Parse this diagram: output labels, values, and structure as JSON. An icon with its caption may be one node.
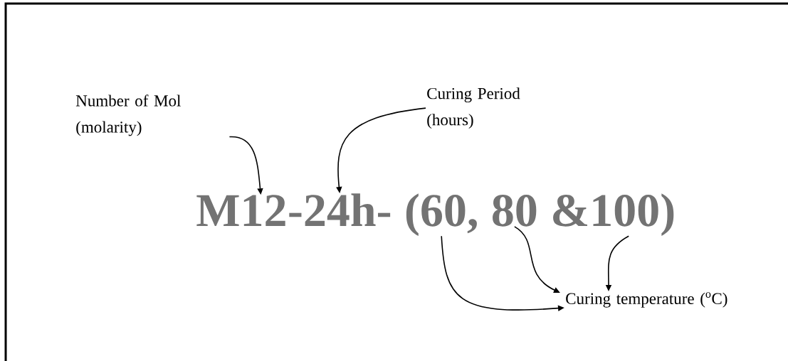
{
  "diagram": {
    "nodes": [
      {
        "text": [
          "Number of Mol (molarity)"
        ]
      },
      {
        "text": [
          "Curing Period (hours)"
        ]
      },
      {
        "text": [
          "Curing temperature ($^{o}$C)"
        ]
      },
      {
        "text": [
          "M12"
        ]
      },
      {
        "text": [
          "-24h-"
        ]
      },
      {
        "text": [
          "(60,"
        ]
      },
      {
        "text": [
          "80"
        ]
      },
      {
        "text": [
          "&100)"
        ]
      }
    ],
    "edges": [
      {
        "from": 0,
        "to": 3,
        "arrow": "to"
      },
      {
        "from": 1,
        "to": 4,
        "arrow": "to"
      },
      {
        "from": 5,
        "to": 2,
        "arrow": "to"
      },
      {
        "from": 6,
        "to": 2,
        "arrow": "to"
      },
      {
        "from": 7,
        "to": 2,
        "arrow": "to"
      }
    ]
  }
}
